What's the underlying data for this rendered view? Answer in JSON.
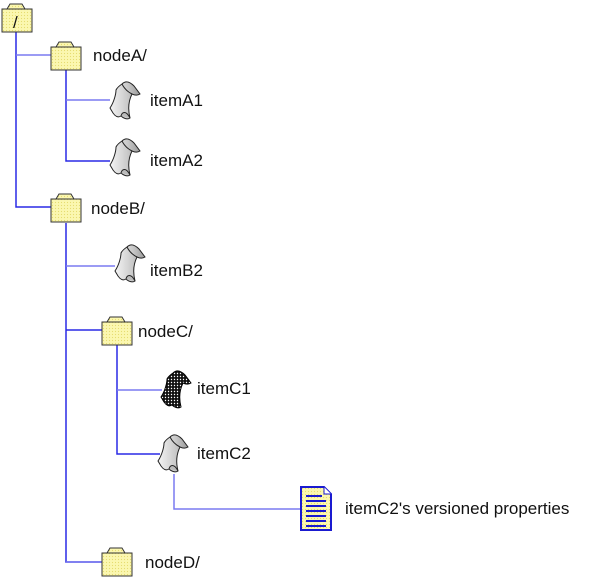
{
  "diagram": {
    "type": "tree",
    "colors": {
      "connector": "#2a2ae6",
      "connector_light": "#7a7af0",
      "folder_fill": "#fbf7b0",
      "folder_stroke": "#333333",
      "doc_stroke": "#1a1ad0",
      "doc_fill": "#fbf7b0"
    },
    "nodes": [
      {
        "id": "root",
        "label": "/",
        "kind": "folder",
        "icon": "folder-icon",
        "parent": null
      },
      {
        "id": "nodeA",
        "label": "nodeA/",
        "kind": "folder",
        "icon": "folder-icon",
        "parent": "root"
      },
      {
        "id": "itemA1",
        "label": "itemA1",
        "kind": "item",
        "icon": "scroll-file-icon",
        "parent": "nodeA"
      },
      {
        "id": "itemA2",
        "label": "itemA2",
        "kind": "item",
        "icon": "scroll-file-icon",
        "parent": "nodeA"
      },
      {
        "id": "nodeB",
        "label": "nodeB/",
        "kind": "folder",
        "icon": "folder-icon",
        "parent": "root"
      },
      {
        "id": "itemB2",
        "label": "itemB2",
        "kind": "item",
        "icon": "scroll-file-icon",
        "parent": "nodeB"
      },
      {
        "id": "nodeC",
        "label": "nodeC/",
        "kind": "folder",
        "icon": "folder-icon",
        "parent": "nodeB"
      },
      {
        "id": "itemC1",
        "label": "itemC1",
        "kind": "item-selected",
        "icon": "scroll-file-dark-icon",
        "parent": "nodeC"
      },
      {
        "id": "itemC2",
        "label": "itemC2",
        "kind": "item",
        "icon": "scroll-file-icon",
        "parent": "nodeC"
      },
      {
        "id": "props",
        "label": "itemC2's versioned properties",
        "kind": "document",
        "icon": "document-icon",
        "parent": "itemC2"
      },
      {
        "id": "nodeD",
        "label": "nodeD/",
        "kind": "folder",
        "icon": "folder-icon",
        "parent": "nodeB"
      }
    ]
  }
}
